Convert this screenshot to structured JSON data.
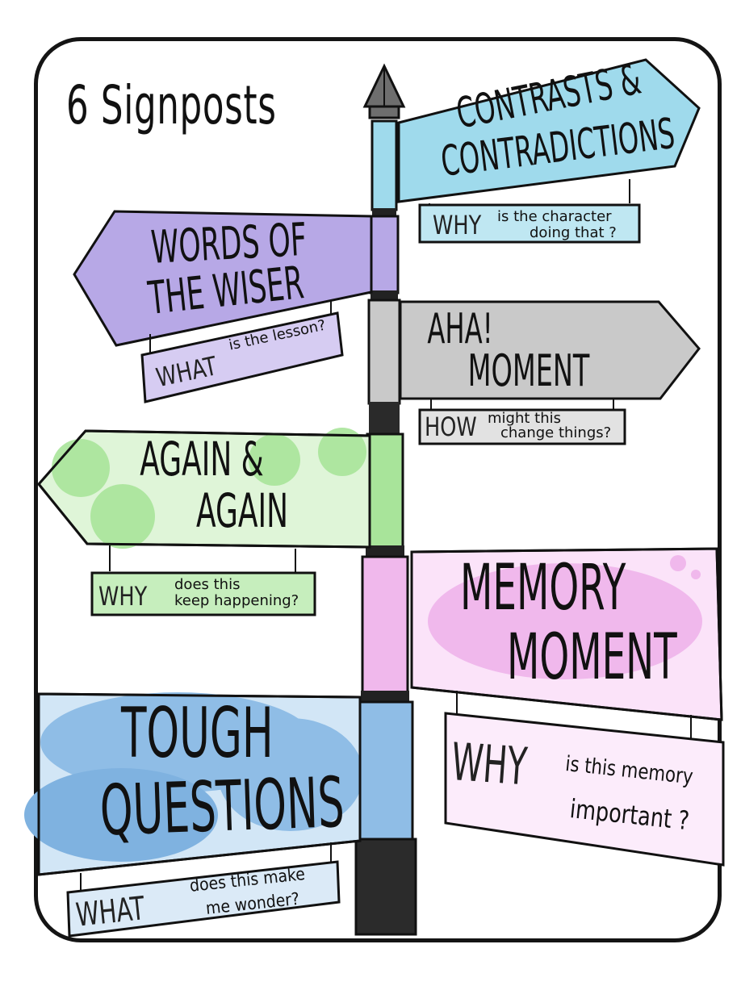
{
  "title": "6 Signposts",
  "colors": {
    "border": "#141414",
    "contrasts": "#9fdaec",
    "words_of_the_wiser": "#b7a8e6",
    "aha": "#c9c9c9",
    "again": "#a8e49a",
    "memory": "#f0b8ec",
    "tough": "#8fbde6",
    "pole_cap": "#6e6e6e"
  },
  "signs": [
    {
      "id": "contrasts",
      "title_lines": [
        "CONTRASTS &",
        "CONTRADICTIONS"
      ],
      "question_word": "WHY",
      "question_rest": [
        "is the character",
        "doing that ?"
      ]
    },
    {
      "id": "words-of-the-wiser",
      "title_lines": [
        "WORDS OF",
        "THE WISER"
      ],
      "question_word": "WHAT",
      "question_rest": [
        "is the lesson?"
      ]
    },
    {
      "id": "aha-moment",
      "title_lines": [
        "AHA!",
        "MOMENT"
      ],
      "question_word": "HOW",
      "question_rest": [
        "might this",
        "change things?"
      ]
    },
    {
      "id": "again-and-again",
      "title_lines": [
        "AGAIN &",
        "AGAIN"
      ],
      "question_word": "WHY",
      "question_rest": [
        "does this",
        "keep happening?"
      ]
    },
    {
      "id": "memory-moment",
      "title_lines": [
        "MEMORY",
        "MOMENT"
      ],
      "question_word": "WHY",
      "question_rest": [
        "is this memory",
        "important ?"
      ]
    },
    {
      "id": "tough-questions",
      "title_lines": [
        "TOUGH",
        "QUESTIONS"
      ],
      "question_word": "WHAT",
      "question_rest": [
        "does this make",
        "me wonder?"
      ]
    }
  ]
}
